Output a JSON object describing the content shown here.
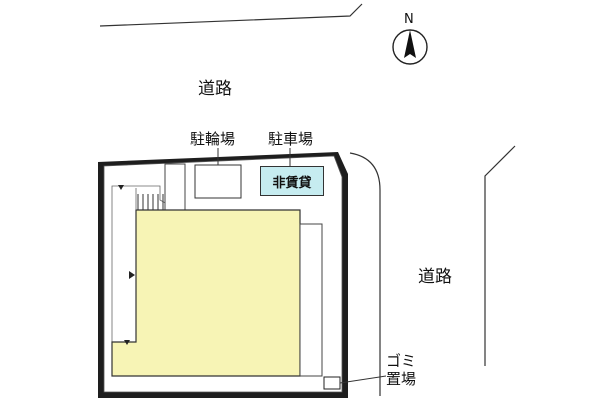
{
  "labels": {
    "road_north": "道路",
    "road_east": "道路",
    "bicycle_parking": "駐輪場",
    "car_parking": "駐車場",
    "non_rental": "非賃貸",
    "garbage_line1": "ゴミ",
    "garbage_line2": "置場",
    "north": "N"
  },
  "colors": {
    "building_fill": "#f7f4b5",
    "non_rental_fill": "#c6ecf0",
    "lot_fill": "#ffffff",
    "shadow": "#222222",
    "line": "#333333"
  },
  "icons": {
    "compass": "north-arrow-icon"
  }
}
